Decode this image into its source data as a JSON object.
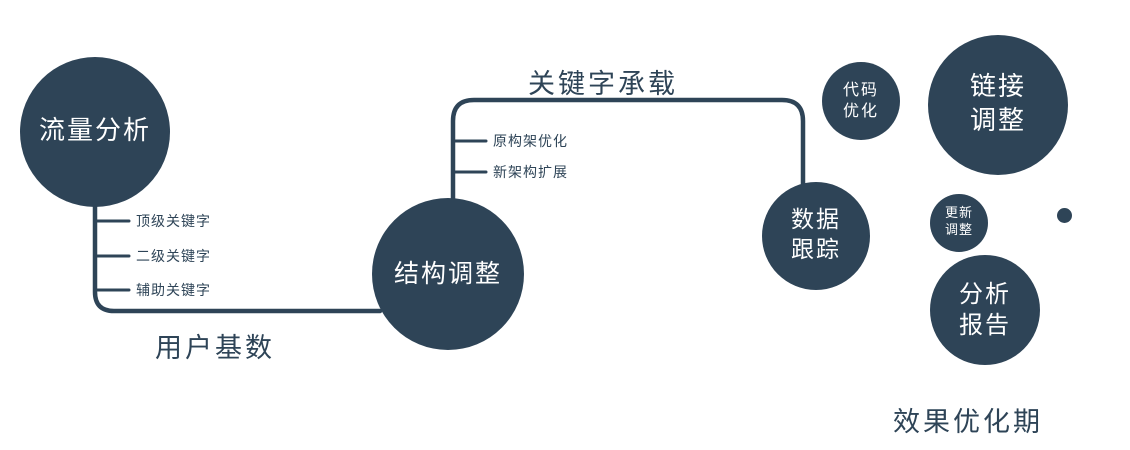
{
  "diagram": {
    "accent": "#2e4457",
    "nodes": {
      "traffic": "流量分析",
      "structure": "结构调整",
      "data_tracking": "数据\n跟踪",
      "code_opt": "代码\n优化",
      "link_adjust": "链接\n调整",
      "update_adjust": "更新\n调整",
      "analysis_report": "分析\n报告"
    },
    "branches": {
      "traffic": [
        "顶级关键字",
        "二级关键字",
        "辅助关键字"
      ],
      "structure": [
        "原构架优化",
        "新架构扩展"
      ]
    },
    "edge_labels": {
      "user_base": "用户基数",
      "keyword_carry": "关键字承载"
    },
    "caption": "效果优化期"
  }
}
